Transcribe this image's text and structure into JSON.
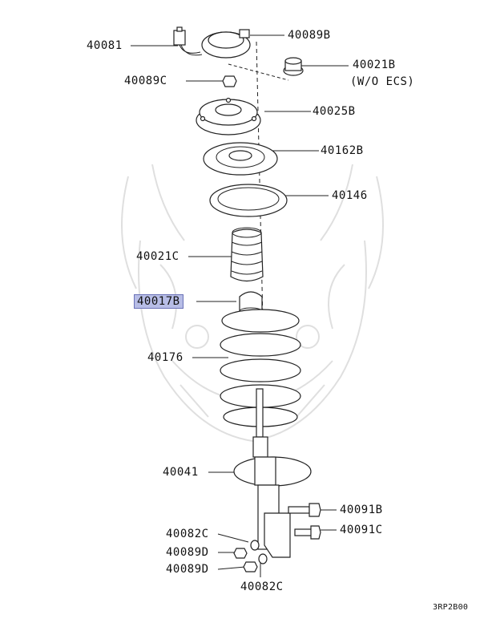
{
  "labels": {
    "p40081": "40081",
    "p40089B": "40089B",
    "p40021B": "40021B",
    "p40021B_note": "(W/O ECS)",
    "p40089C": "40089C",
    "p40025B": "40025B",
    "p40162B": "40162B",
    "p40146": "40146",
    "p40021C": "40021C",
    "p40017B": "40017B",
    "p40176": "40176",
    "p40041": "40041",
    "p40091B": "40091B",
    "p40091C": "40091C",
    "p40082C_left": "40082C",
    "p40089D_upper": "40089D",
    "p40089D_lower": "40089D",
    "p40082C_bottom": "40082C",
    "diagram_code": "3RP2B00"
  },
  "highlight_color": "#b7bde6"
}
